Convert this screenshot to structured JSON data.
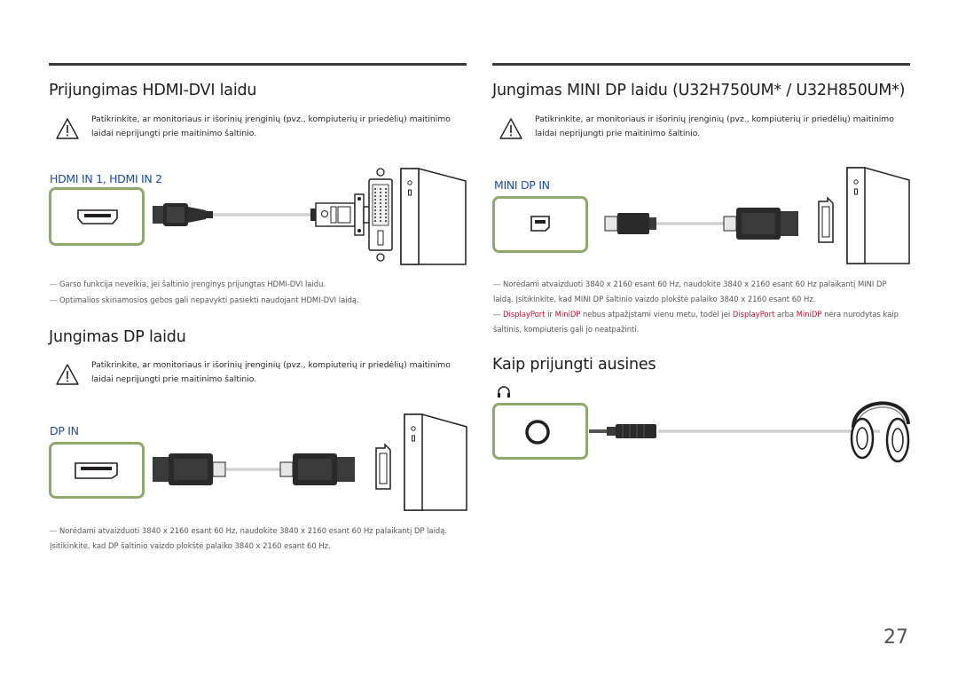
{
  "left": {
    "hdmi_dvi": {
      "title": "Prijungimas HDMI-DVI laidu",
      "warning": "Patikrinkite, ar monitoriaus ir išorinių įrenginių (pvz., kompiuterių ir priedėlių) maitinimo laidai neprijungti prie maitinimo šaltinio.",
      "port_label": "HDMI IN 1, HDMI IN 2",
      "notes": [
        "Garso funkcija neveikia, jei šaltinio įrenginys prijungtas HDMI-DVI laidu.",
        "Optimalios skiriamosios gebos gali nepavykti pasiekti naudojant HDMI-DVI laidą."
      ]
    },
    "dp": {
      "title": "Jungimas DP laidu",
      "warning": "Patikrinkite, ar monitoriaus ir išorinių įrenginių (pvz., kompiuterių ir priedėlių) maitinimo laidai neprijungti prie maitinimo šaltinio.",
      "port_label": "DP IN",
      "notes": [
        "Norėdami atvaizduoti 3840 x 2160 esant 60 Hz, naudokite 3840 x 2160 esant 60 Hz palaikantį DP laidą. Įsitikinkite, kad DP šaltinio vaizdo plokštė palaiko 3840 x 2160 esant 60 Hz."
      ]
    }
  },
  "right": {
    "minidp": {
      "title": "Jungimas MINI DP laidu (U32H750UM* / U32H850UM*)",
      "warning": "Patikrinkite, ar monitoriaus ir išorinių įrenginių (pvz., kompiuterių ir priedėlių) maitinimo laidai neprijungti prie maitinimo šaltinio.",
      "port_label": "MINI DP IN",
      "note1": "Norėdami atvaizduoti 3840 x 2160 esant 60 Hz, naudokite 3840 x 2160 esant 60 Hz palaikantį MINI DP laidą. Įsitikinkite, kad MINI DP šaltinio vaizdo plokštė palaiko 3840 x 2160 esant 60 Hz.",
      "note2": {
        "p1": "DisplayPort",
        "p2": " ir ",
        "p3": "MiniDP",
        "p4": " nebus atpažįstami vienu metu, todėl jei ",
        "p5": "DisplayPort",
        "p6": " arba ",
        "p7": "MiniDP",
        "p8": " nėra nurodytas kaip šaltinis, kompiuteris gali jo neatpažinti."
      }
    },
    "headphones": {
      "title": "Kaip prijungti ausines",
      "icon": "headphones-icon"
    }
  },
  "dash": "―",
  "page_number": "27",
  "colors": {
    "port_box_border": "#8fa86b",
    "port_label": "#1e4ba0",
    "highlight": "#c8102e"
  }
}
